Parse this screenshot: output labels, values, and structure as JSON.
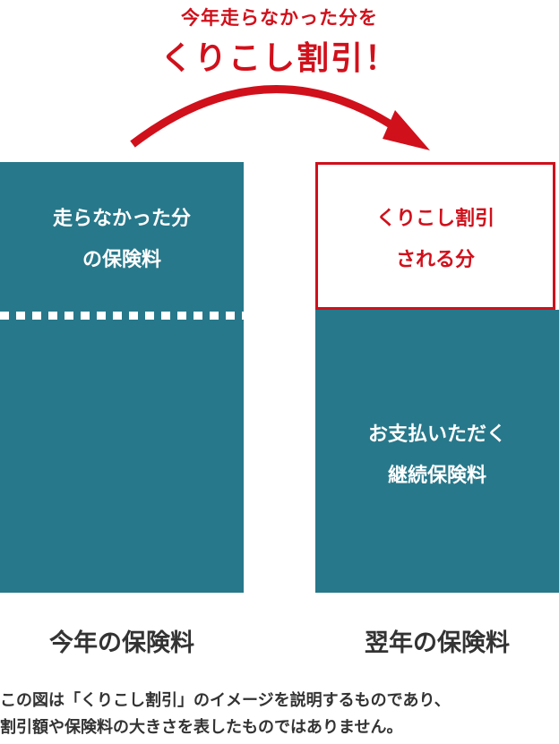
{
  "header": {
    "line1": "今年走らなかった分を",
    "line2": "くりこし割引！"
  },
  "left_bar": {
    "top_label_line1": "走らなかった分",
    "top_label_line2": "の保険料",
    "caption": "今年の保険料"
  },
  "right_bar": {
    "box_label_line1": "くりこし割引",
    "box_label_line2": "される分",
    "bottom_label_line1": "お支払いただく",
    "bottom_label_line2": "継続保険料",
    "caption": "翌年の保険料"
  },
  "note": {
    "line1": "この図は「くりこし割引」のイメージを説明するものであり、",
    "line2": "割引額や保険料の大きさを表したものではありません。"
  },
  "colors": {
    "accent_red": "#d0101b",
    "bar_teal": "#27788a",
    "text_dark": "#333333"
  }
}
